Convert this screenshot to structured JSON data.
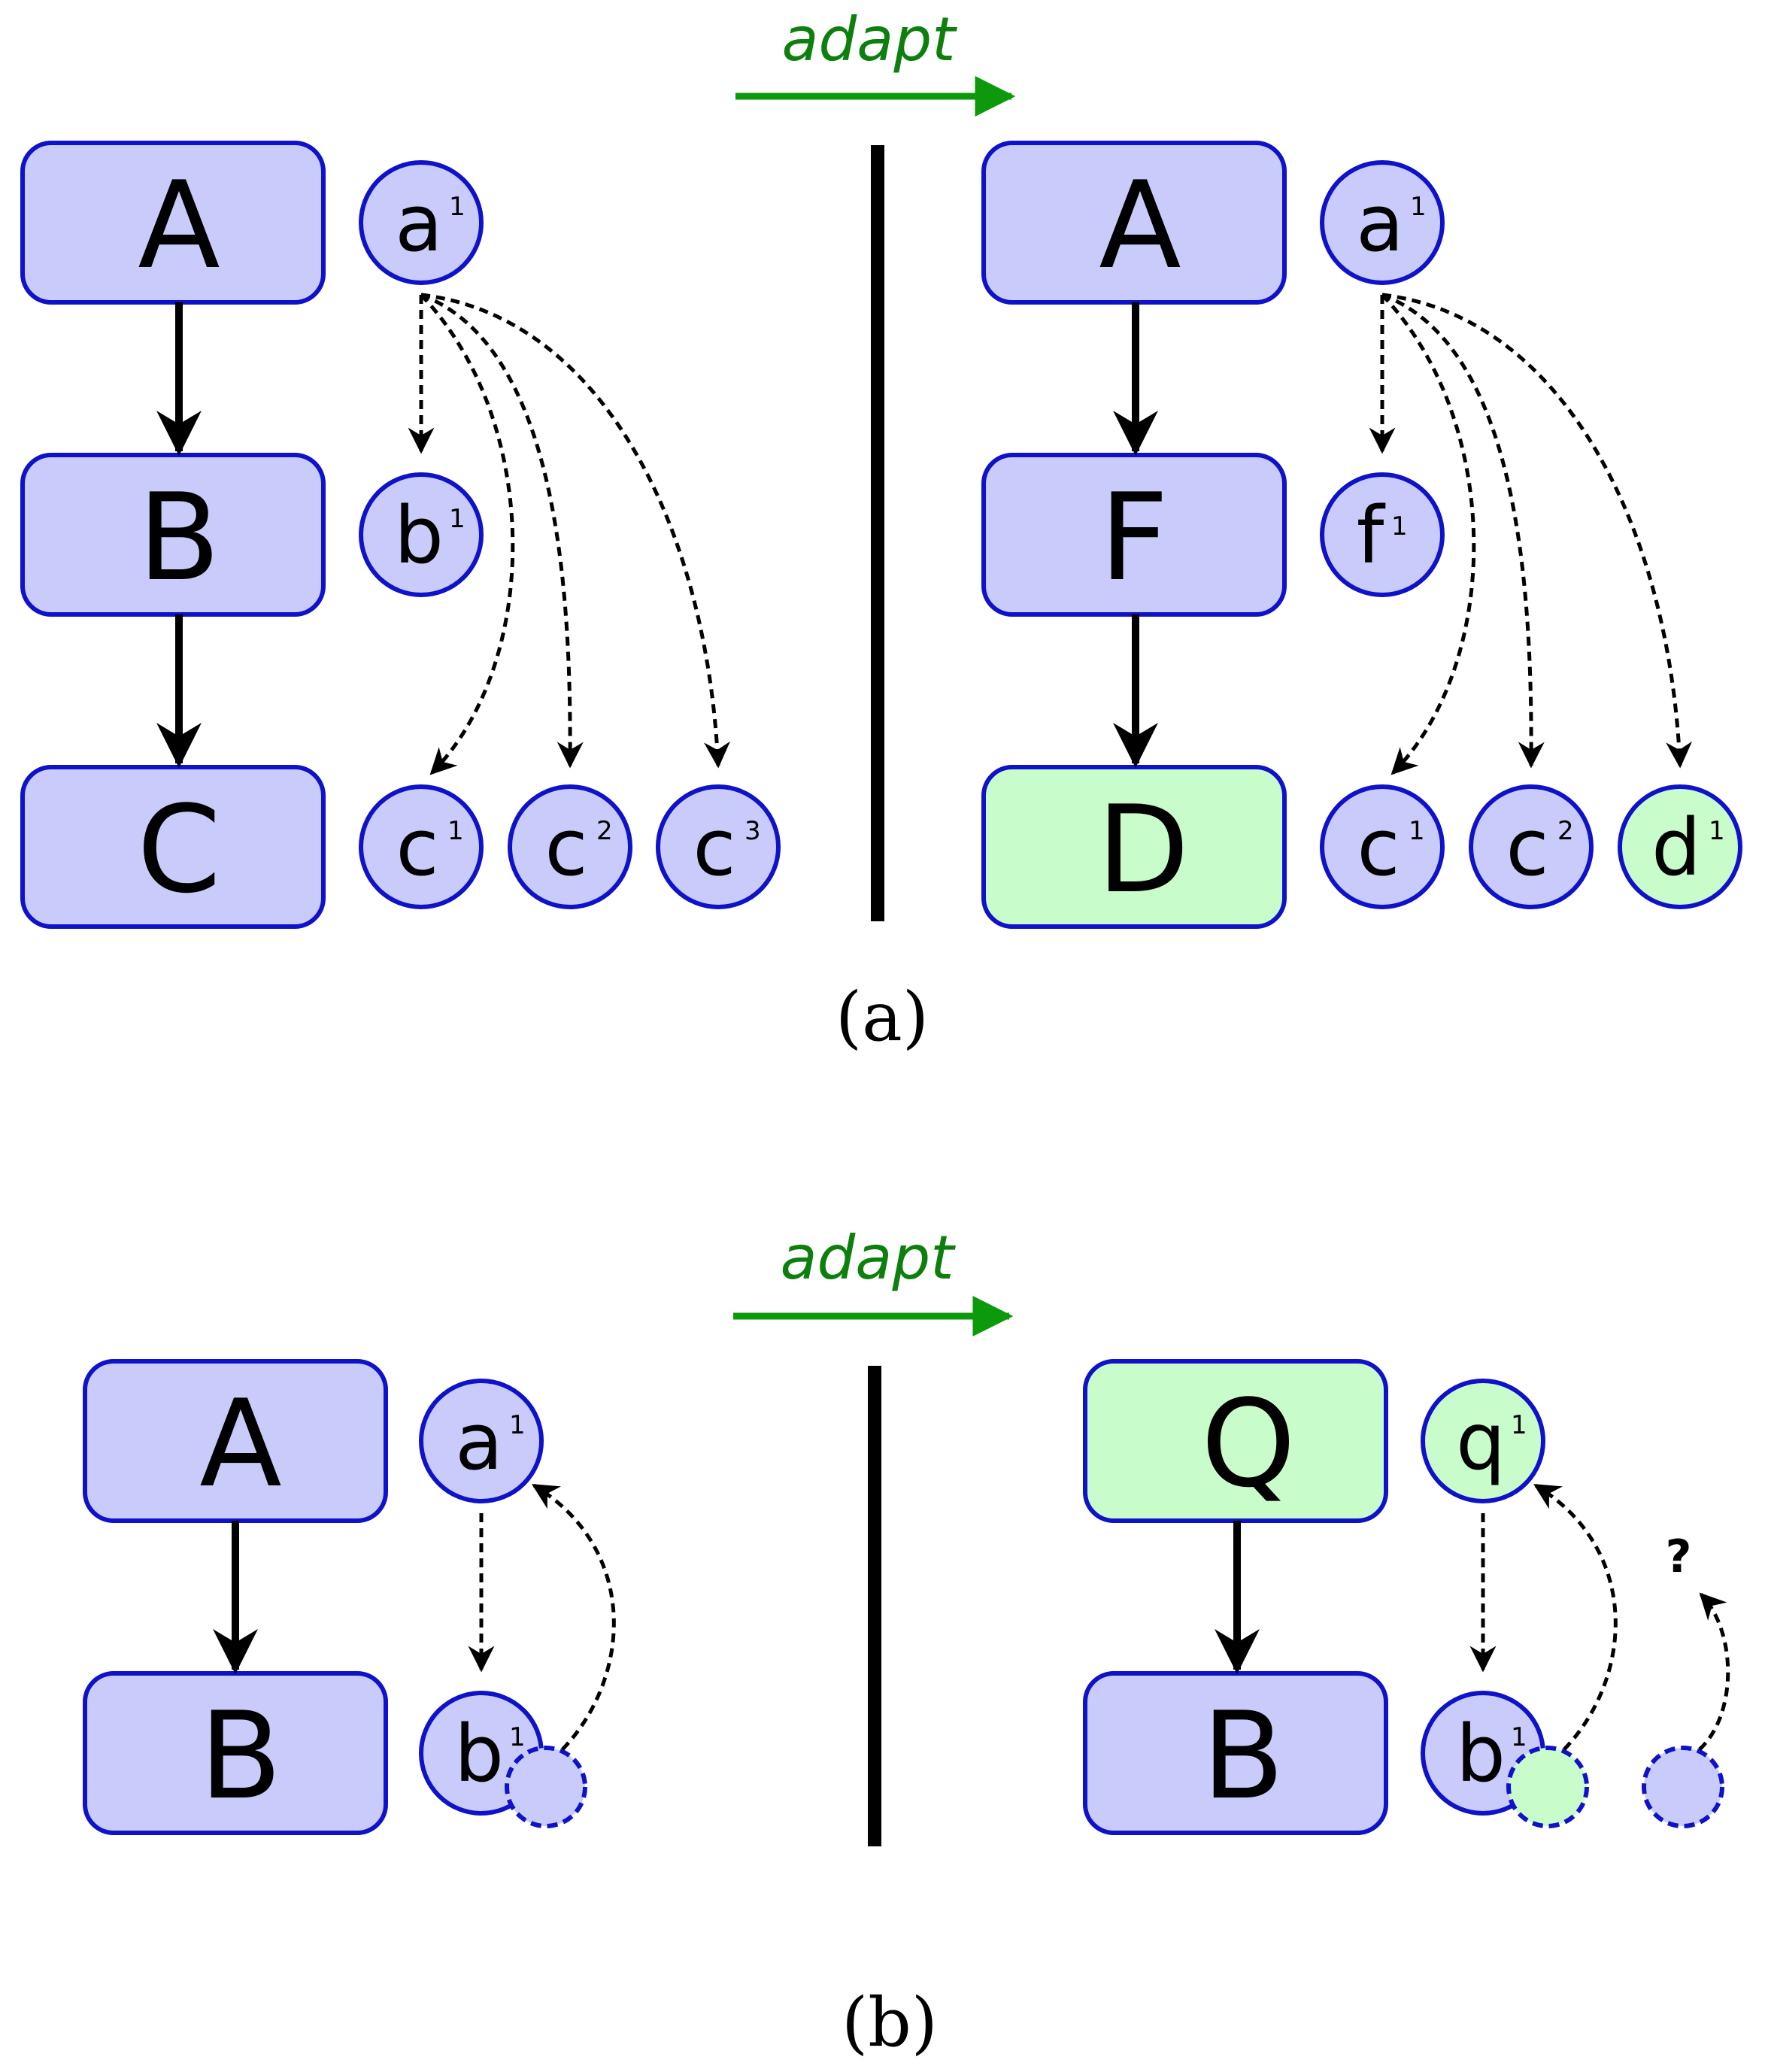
{
  "adapt_label": "adapt",
  "panel_a": {
    "caption": "(a)",
    "left": {
      "boxes": [
        "A",
        "B",
        "C"
      ],
      "nodes": [
        {
          "letter": "a",
          "index": "1"
        },
        {
          "letter": "b",
          "index": "1"
        },
        {
          "letter": "c",
          "index": "1"
        },
        {
          "letter": "c",
          "index": "2"
        },
        {
          "letter": "c",
          "index": "3"
        }
      ]
    },
    "right": {
      "boxes": [
        "A",
        "F",
        "D"
      ],
      "nodes": [
        {
          "letter": "a",
          "index": "1"
        },
        {
          "letter": "f",
          "index": "1"
        },
        {
          "letter": "c",
          "index": "1"
        },
        {
          "letter": "c",
          "index": "2"
        },
        {
          "letter": "d",
          "index": "1"
        }
      ]
    }
  },
  "panel_b": {
    "caption": "(b)",
    "left": {
      "boxes": [
        "A",
        "B"
      ],
      "nodes": [
        {
          "letter": "a",
          "index": "1"
        },
        {
          "letter": "b",
          "index": "1"
        }
      ]
    },
    "right": {
      "boxes": [
        "Q",
        "B"
      ],
      "nodes": [
        {
          "letter": "q",
          "index": "1"
        },
        {
          "letter": "b",
          "index": "1"
        }
      ],
      "unknown_marker": "?"
    }
  },
  "colors": {
    "existing_fill": "#c9cbfa",
    "new_fill": "#c8fccb",
    "outline": "#0f12c8",
    "adapt_arrow": "#0c9a0c",
    "adapt_text": "#0d7f0d"
  }
}
